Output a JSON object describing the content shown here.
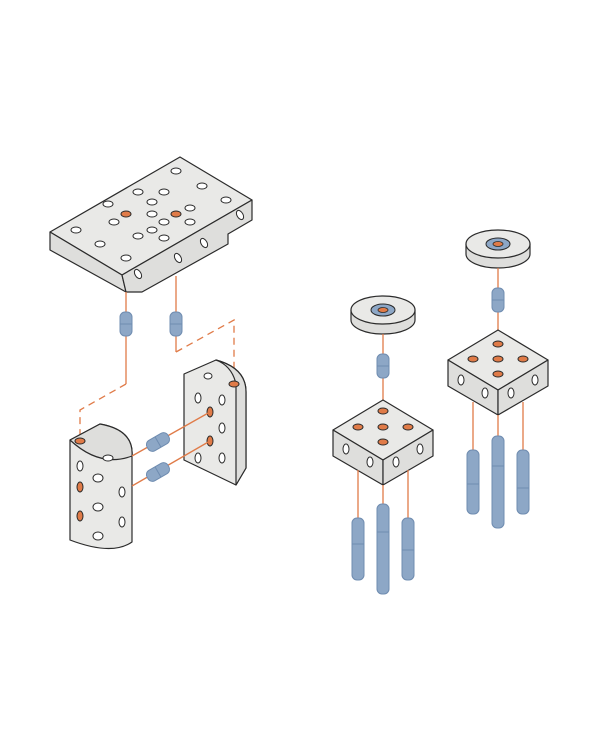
{
  "colors": {
    "background": "#ffffff",
    "block_fill": "#e9e9e7",
    "block_side": "#dcdcda",
    "outline": "#2b2b2b",
    "hole_accent": "#e07b48",
    "connector": "#8da7c6",
    "connector_line": "#e07b48"
  },
  "parts": [
    {
      "name": "flat-plate",
      "holes": 18,
      "accent_holes": 2
    },
    {
      "name": "half-round-block",
      "accent_holes": 3
    },
    {
      "name": "flat-side-block",
      "accent_holes": 3
    },
    {
      "name": "cube-block-middle",
      "accent_holes": 5
    },
    {
      "name": "cube-block-right",
      "accent_holes": 5
    },
    {
      "name": "round-cap-middle"
    },
    {
      "name": "round-cap-right"
    }
  ],
  "connectors": {
    "short_dowels": 6,
    "long_pegs": 6
  }
}
